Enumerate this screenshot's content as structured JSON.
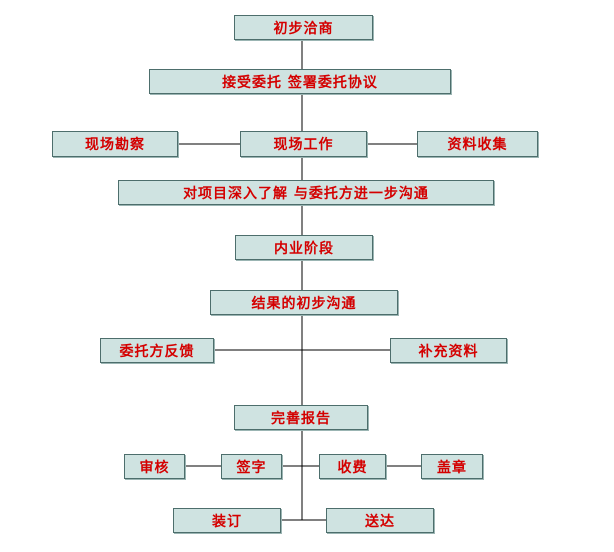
{
  "colors": {
    "box_fill": "#cfe3e1",
    "box_border": "#4d6e6c",
    "text": "#d40000",
    "line": "#000000"
  },
  "nodes": {
    "preliminary_negotiation": "初步洽商",
    "accept_and_sign": "接受委托 签署委托协议",
    "site_survey": "现场勘察",
    "site_work": "现场工作",
    "data_collection": "资料收集",
    "in_depth_communication": "对项目深入了解 与委托方进一步沟通",
    "office_stage": "内业阶段",
    "preliminary_results_communication": "结果的初步沟通",
    "client_feedback": "委托方反馈",
    "supplementary_data": "补充资料",
    "report_improvement": "完善报告",
    "review": "审核",
    "signature": "签字",
    "fee_collection": "收费",
    "stamp": "盖章",
    "binding": "装订",
    "delivery": "送达"
  }
}
